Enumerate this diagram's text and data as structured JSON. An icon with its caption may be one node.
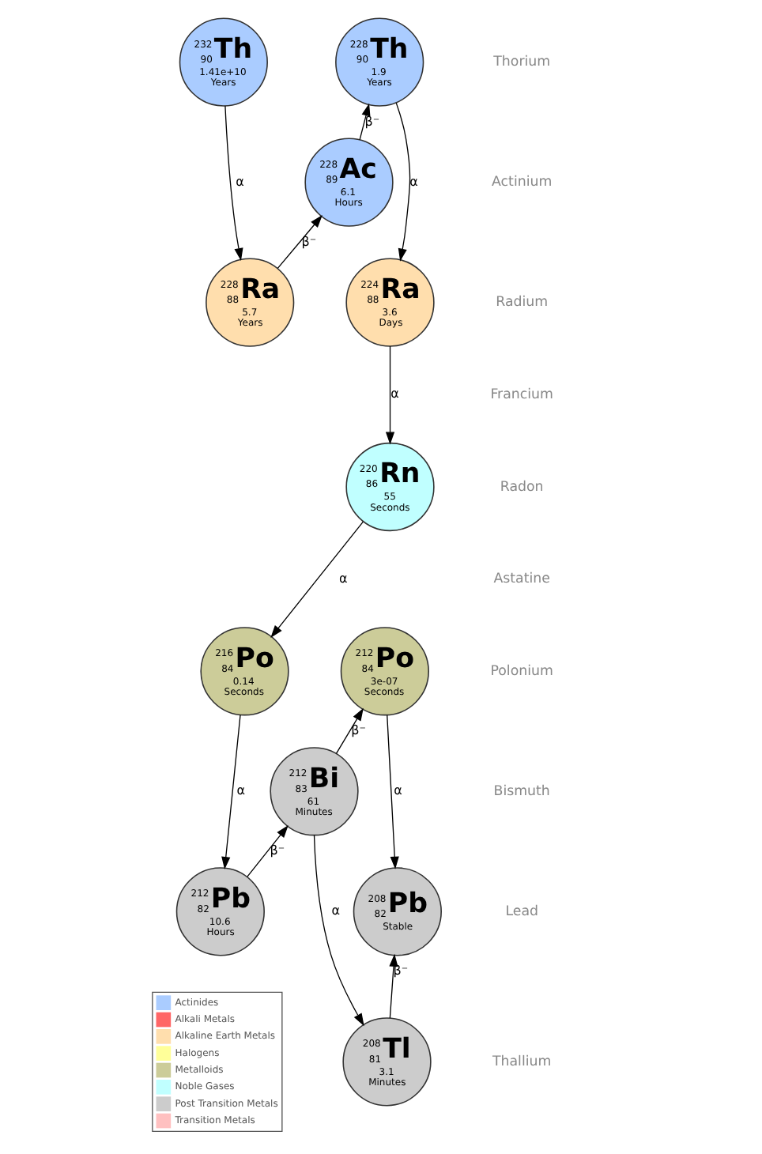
{
  "diagram": {
    "nodes": [
      {
        "text": [
          "232",
          "90",
          "Th",
          "1.41e+10 Years"
        ]
      },
      {
        "text": [
          "228",
          "90",
          "Th",
          "1.9 Years"
        ]
      },
      {
        "text": [
          "228",
          "89",
          "Ac",
          "6.1 Hours"
        ]
      },
      {
        "text": [
          "228",
          "88",
          "Ra",
          "5.7 Years"
        ]
      },
      {
        "text": [
          "224",
          "88",
          "Ra",
          "3.6 Days"
        ]
      },
      {
        "text": [
          "220",
          "86",
          "Rn",
          "55 Seconds"
        ]
      },
      {
        "text": [
          "216",
          "84",
          "Po",
          "0.14 Seconds"
        ]
      },
      {
        "text": [
          "212",
          "84",
          "Po",
          "3e-07 Seconds"
        ]
      },
      {
        "text": [
          "212",
          "83",
          "Bi",
          "61 Minutes"
        ]
      },
      {
        "text": [
          "212",
          "82",
          "Pb",
          "10.6 Hours"
        ]
      },
      {
        "text": [
          "208",
          "82",
          "Pb",
          "Stable"
        ]
      },
      {
        "text": [
          "208",
          "81",
          "Tl",
          "3.1 Minutes"
        ]
      }
    ],
    "edges": [
      {
        "from": 0,
        "to": 3,
        "arrow": "to",
        "label": "α"
      },
      {
        "from": 3,
        "to": 2,
        "arrow": "to",
        "label": "β⁻"
      },
      {
        "from": 2,
        "to": 1,
        "arrow": "to",
        "label": "β⁻"
      },
      {
        "from": 1,
        "to": 4,
        "arrow": "to",
        "label": "α"
      },
      {
        "from": 4,
        "to": 5,
        "arrow": "to",
        "label": "α"
      },
      {
        "from": 5,
        "to": 6,
        "arrow": "to",
        "label": "α"
      },
      {
        "from": 6,
        "to": 9,
        "arrow": "to",
        "label": "α"
      },
      {
        "from": 9,
        "to": 8,
        "arrow": "to",
        "label": "β⁻"
      },
      {
        "from": 8,
        "to": 7,
        "arrow": "to",
        "label": "β⁻"
      },
      {
        "from": 8,
        "to": 11,
        "arrow": "to",
        "label": "α"
      },
      {
        "from": 7,
        "to": 10,
        "arrow": "to",
        "label": "α"
      },
      {
        "from": 11,
        "to": 10,
        "arrow": "to",
        "label": "β⁻"
      }
    ],
    "labels": [
      "Thorium",
      "Actinium",
      "Radium",
      "Francium",
      "Radon",
      "Astatine",
      "Polonium",
      "Bismuth",
      "Lead",
      "Thallium"
    ],
    "legend": [
      {
        "text": "Actinides",
        "color": "#aaccff"
      },
      {
        "text": "Alkali Metals",
        "color": "#ff6666"
      },
      {
        "text": "Alkaline Earth Metals",
        "color": "#ffdead"
      },
      {
        "text": "Halogens",
        "color": "#ffff99"
      },
      {
        "text": "Metalloids",
        "color": "#cccc99"
      },
      {
        "text": "Noble Gases",
        "color": "#c0ffff"
      },
      {
        "text": "Post Transition Metals",
        "color": "#cccccc"
      },
      {
        "text": "Transition Metals",
        "color": "#ffc0c0"
      }
    ]
  }
}
